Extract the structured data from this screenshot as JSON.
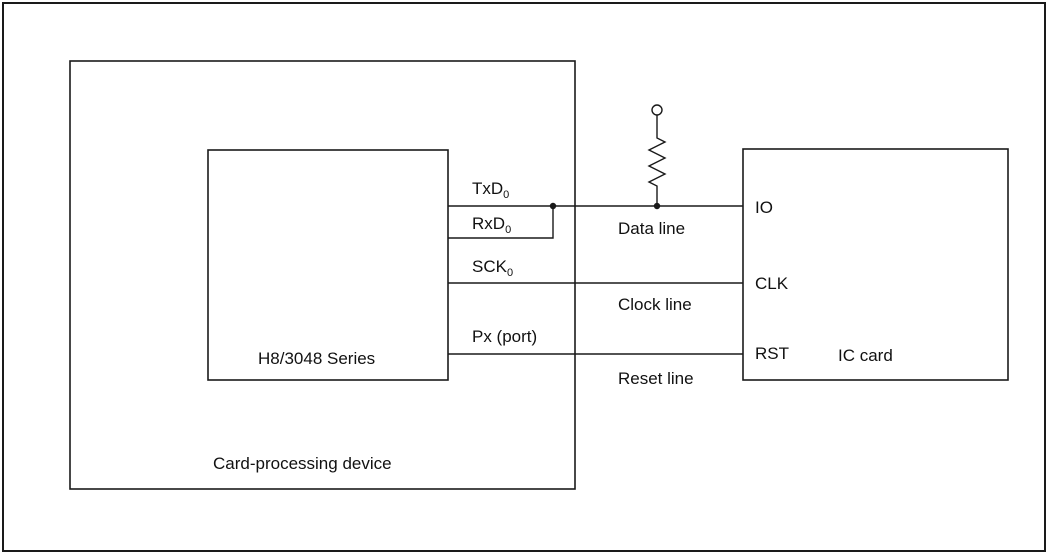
{
  "device": {
    "label": "Card-processing device"
  },
  "mcu": {
    "label": "H8/3048 Series"
  },
  "card": {
    "label": "IC card"
  },
  "pins": {
    "txd": {
      "base": "TxD",
      "sub": "0"
    },
    "rxd": {
      "base": "RxD",
      "sub": "0"
    },
    "sck": {
      "base": "SCK",
      "sub": "0"
    },
    "px": "Px (port)"
  },
  "card_pins": {
    "io": "IO",
    "clk": "CLK",
    "rst": "RST"
  },
  "lines": {
    "data": "Data line",
    "clock": "Clock line",
    "reset": "Reset line"
  },
  "colors": {
    "ink": "#1a1a1a",
    "background": "#ffffff"
  }
}
